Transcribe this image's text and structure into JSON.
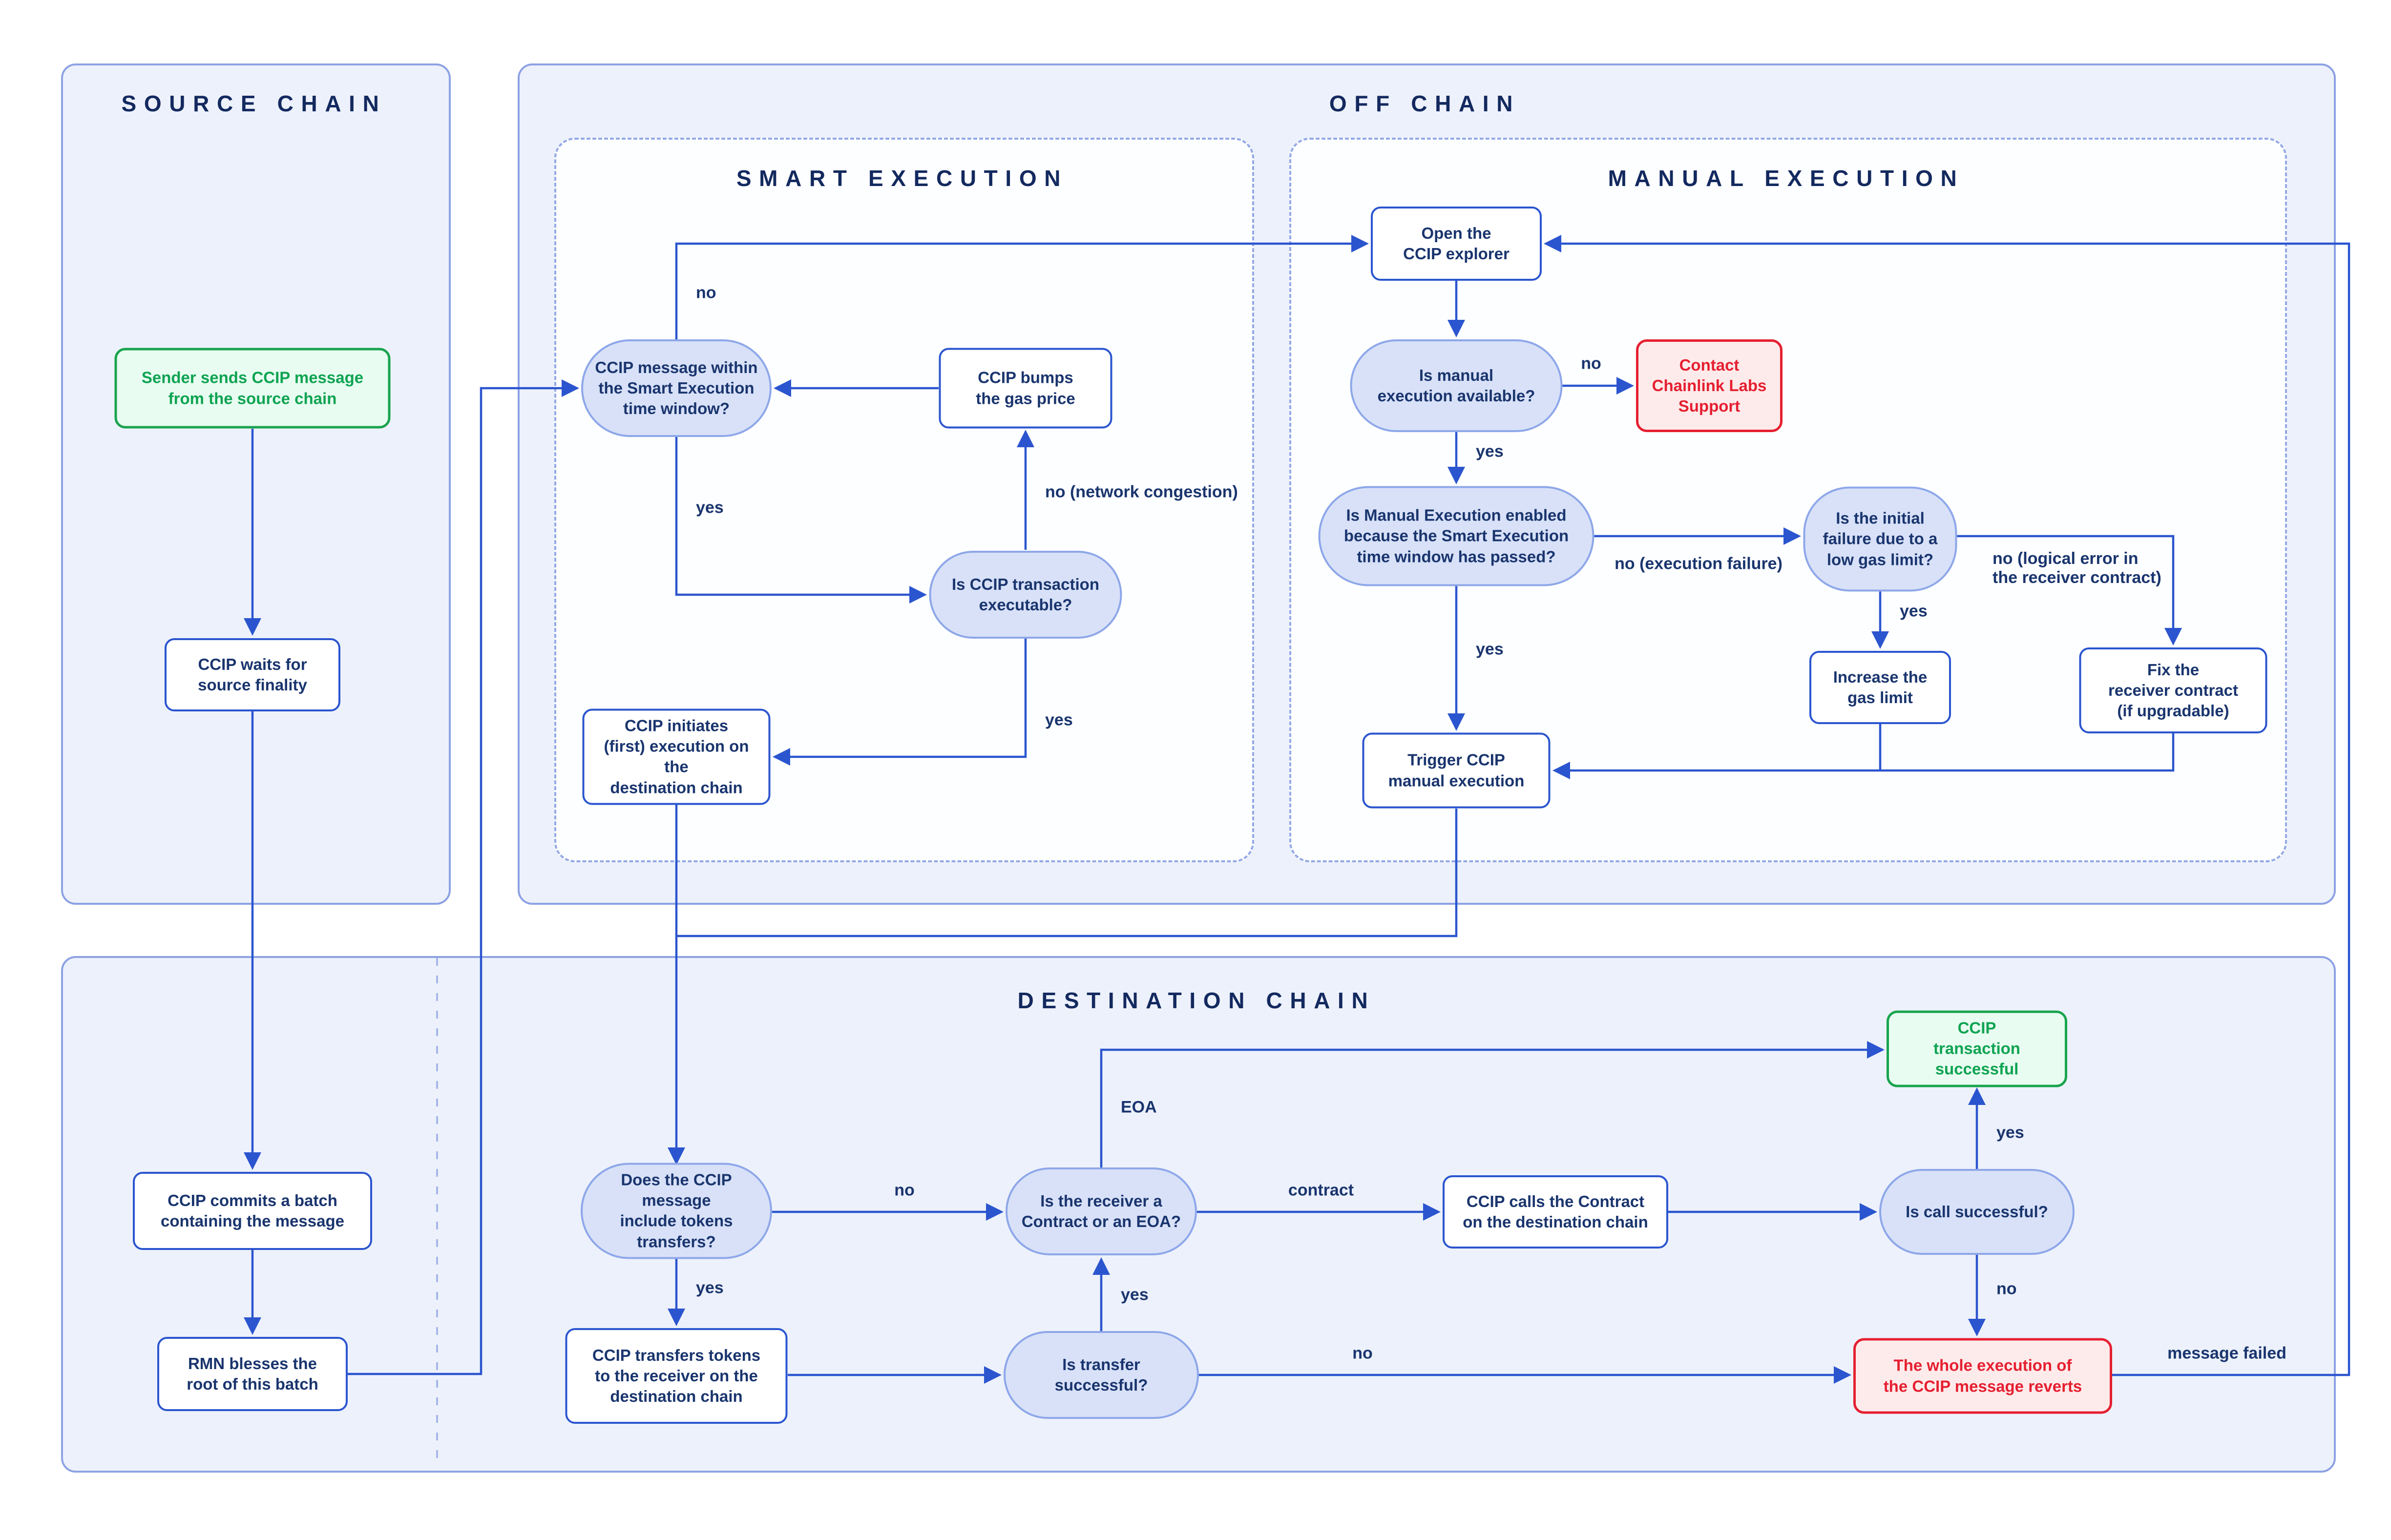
{
  "panels": {
    "source": {
      "title": "SOURCE CHAIN"
    },
    "offchain": {
      "title": "OFF CHAIN"
    },
    "smart": {
      "title": "SMART EXECUTION"
    },
    "manual": {
      "title": "MANUAL EXECUTION"
    },
    "destination": {
      "title": "DESTINATION CHAIN"
    }
  },
  "nodes": {
    "sender": {
      "text": "Sender sends CCIP message\nfrom the source chain"
    },
    "waits": {
      "text": "CCIP waits for\nsource finality"
    },
    "commits": {
      "text": "CCIP commits a batch\ncontaining the message"
    },
    "rmn": {
      "text": "RMN blesses the\nroot of this batch"
    },
    "window_pill": {
      "text": "CCIP message within\nthe Smart Execution\ntime window?"
    },
    "bumps": {
      "text": "CCIP bumps\nthe gas price"
    },
    "executable_pill": {
      "text": "Is CCIP transaction\nexecutable?"
    },
    "initiates": {
      "text": "CCIP initiates\n(first) execution on the\ndestination chain"
    },
    "open_explorer": {
      "text": "Open the\nCCIP explorer"
    },
    "manual_available_pill": {
      "text": "Is manual\nexecution available?"
    },
    "contact_support": {
      "text": "Contact\nChainlink Labs\nSupport"
    },
    "enabled_pill": {
      "text": "Is Manual Execution enabled\nbecause the Smart Execution\ntime window has passed?"
    },
    "initial_failure_pill": {
      "text": "Is the initial\nfailure due to a\nlow gas limit?"
    },
    "increase_gas": {
      "text": "Increase the\ngas limit"
    },
    "fix_receiver": {
      "text": "Fix the\nreceiver contract\n(if upgradable)"
    },
    "trigger": {
      "text": "Trigger CCIP\nmanual execution"
    },
    "does_pill": {
      "text": "Does the CCIP message\ninclude tokens transfers?"
    },
    "receiver_pill": {
      "text": "Is the receiver a\nContract or an EOA?"
    },
    "calls_contract": {
      "text": "CCIP calls the Contract\non the destination chain"
    },
    "call_pill": {
      "text": "Is call successful?"
    },
    "success": {
      "text": "CCIP\ntransaction successful"
    },
    "transfers_tokens": {
      "text": "CCIP transfers tokens\nto the receiver on the\ndestination chain"
    },
    "transfer_pill": {
      "text": "Is transfer successful?"
    },
    "reverts": {
      "text": "The whole execution of\nthe CCIP message reverts"
    }
  },
  "edge_labels": {
    "smart_no": {
      "text": "no"
    },
    "smart_yes": {
      "text": "yes"
    },
    "congestion": {
      "text": "no (network congestion)"
    },
    "exec_yes": {
      "text": "yes"
    },
    "manual_no": {
      "text": "no"
    },
    "manual_yes": {
      "text": "yes"
    },
    "exec_failure": {
      "text": "no (execution failure)"
    },
    "logical_error": {
      "text": "no (logical error in\nthe receiver contract)"
    },
    "initial_yes": {
      "text": "yes"
    },
    "enabled_yes": {
      "text": "yes"
    },
    "does_no": {
      "text": "no"
    },
    "does_yes": {
      "text": "yes"
    },
    "eoa": {
      "text": "EOA"
    },
    "contract": {
      "text": "contract"
    },
    "transfer_up_yes": {
      "text": "yes"
    },
    "call_yes": {
      "text": "yes"
    },
    "call_no": {
      "text": "no"
    },
    "transfer_no": {
      "text": "no"
    },
    "message_failed": {
      "text": "message failed"
    }
  },
  "colors": {
    "line": "#2b55cf",
    "panel_fill": "#edf1fb",
    "panel_border": "#8da2e4",
    "subpanel_border_dashed": "#93a8e6",
    "pill_fill": "#d8e1f8",
    "pill_border": "#8ea7e9",
    "process_border": "#2b55cf",
    "text_navy": "#1a356e",
    "title_navy": "#13295f",
    "success_border": "#19a44e",
    "success_fill": "#e8fcf1",
    "error_border": "#e51f30",
    "error_fill": "#fdebeb",
    "background": "#ffffff"
  }
}
